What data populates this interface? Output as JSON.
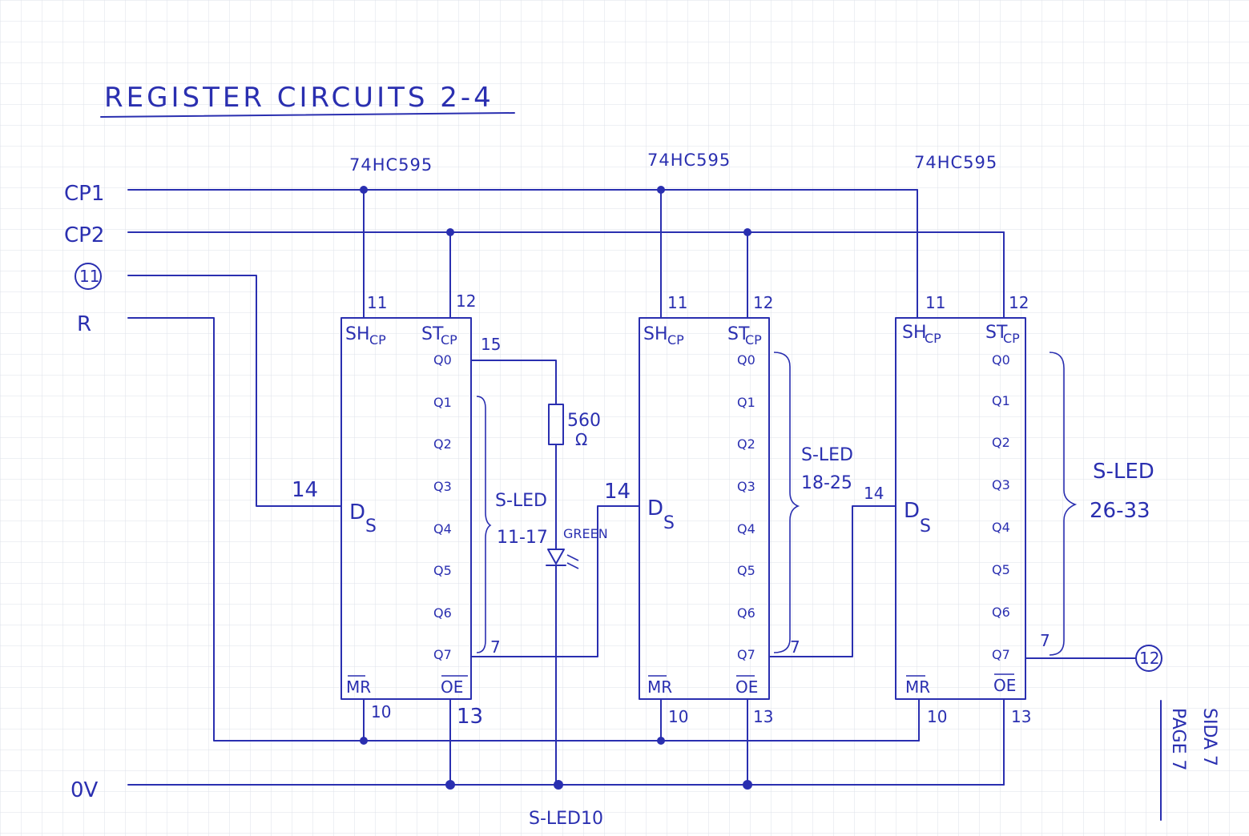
{
  "title": "REGISTER CIRCUITS 2-4",
  "inputs": {
    "cp1": "CP1",
    "cp2": "CP2",
    "connector_in": "11",
    "reset": "R",
    "ground": "0V",
    "connector_out": "12"
  },
  "chips": [
    {
      "part": "74HC595",
      "shcp": "SH",
      "stcp": "ST",
      "cp": "CP",
      "ds": "D",
      "ds_sub": "S",
      "mr": "MR",
      "oe": "OE",
      "pin_shcp": "11",
      "pin_stcp": "12",
      "pin_ds": "14",
      "pin_mr": "10",
      "pin_oe": "13",
      "pin_q7": "7",
      "pin_q0": "15"
    },
    {
      "part": "74HC595",
      "shcp": "SH",
      "stcp": "ST",
      "cp": "CP",
      "ds": "D",
      "ds_sub": "S",
      "mr": "MR",
      "oe": "OE",
      "pin_shcp": "11",
      "pin_stcp": "12",
      "pin_ds": "14",
      "pin_mr": "10",
      "pin_oe": "13",
      "pin_q7": "7"
    },
    {
      "part": "74HC595",
      "shcp": "SH",
      "stcp": "ST",
      "cp": "CP",
      "ds": "D",
      "ds_sub": "S",
      "mr": "MR",
      "oe": "OE",
      "pin_shcp": "11",
      "pin_stcp": "12",
      "pin_ds": "14",
      "pin_mr": "10",
      "pin_oe": "13",
      "pin_q7": "7"
    }
  ],
  "outputs": [
    "Q0",
    "Q1",
    "Q2",
    "Q3",
    "Q4",
    "Q5",
    "Q6",
    "Q7"
  ],
  "groups": {
    "g1": {
      "name": "S-LED",
      "range": "11-17"
    },
    "g2": {
      "name": "S-LED",
      "range": "18-25"
    },
    "g3": {
      "name": "S-LED",
      "range": "26-33"
    }
  },
  "resistor": {
    "value": "560",
    "unit": "Ω"
  },
  "led": {
    "color": "GREEN",
    "name": "S-LED10"
  },
  "page": {
    "line1": "SIDA 7",
    "line2": "PAGE 7"
  }
}
